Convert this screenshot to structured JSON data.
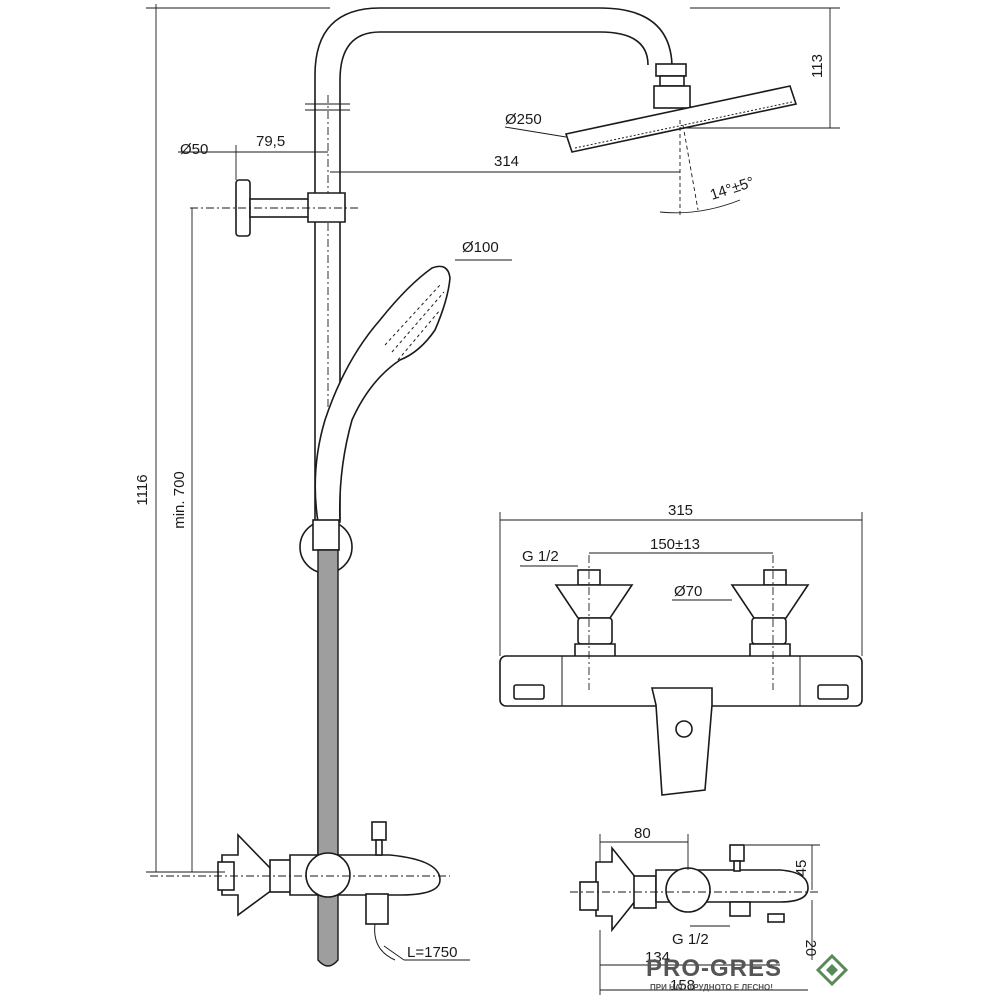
{
  "dimensions": {
    "height_total": "1116",
    "min_height": "min. 700",
    "rail_offset": "79,5",
    "wall_bracket_diameter": "Ø50",
    "overhead_diameter": "Ø250",
    "overhead_projection": "314",
    "overhead_drop": "113",
    "tilt_angle": "14°±5°",
    "hand_shower_diameter": "Ø100",
    "hose_length": "L=1750",
    "mixer_width": "315",
    "inlet_centers": "150±13",
    "inlet_thread_top": "G 1/2",
    "escutcheon_diameter": "Ø70",
    "side_depth": "80",
    "side_height": "45",
    "side_thread": "G 1/2",
    "side_projection_a": "134",
    "side_projection_b": "158",
    "side_spout_height": "20"
  },
  "watermark": {
    "brand": "PRO-GRES",
    "tagline": "ПРИ НАС ТРУДНОТО Е ЛЕСНО!",
    "accent_color": "#5a8a5a"
  }
}
